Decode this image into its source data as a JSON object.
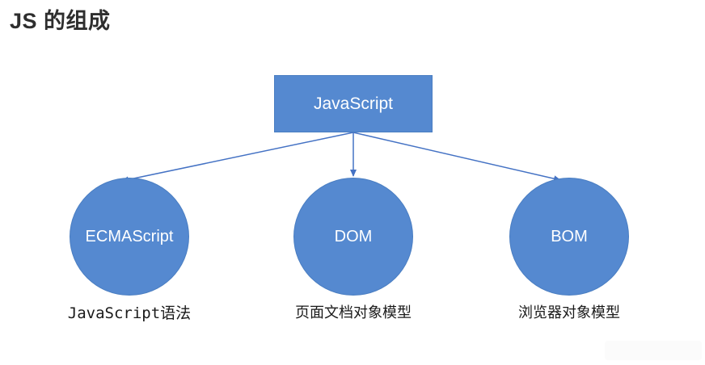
{
  "title": "JS 的组成",
  "diagram": {
    "root": {
      "label": "JavaScript"
    },
    "children": [
      {
        "label": "ECMAScript",
        "caption": "JavaScript语法"
      },
      {
        "label": "DOM",
        "caption": "页面文档对象模型"
      },
      {
        "label": "BOM",
        "caption": "浏览器对象模型"
      }
    ],
    "colors": {
      "shape_fill": "#5589d0",
      "shape_border": "#4a7ec2",
      "arrow": "#4472c4",
      "shape_text": "#ffffff",
      "title_text": "#2e2e2e",
      "caption_text": "#1a1a1a"
    }
  }
}
